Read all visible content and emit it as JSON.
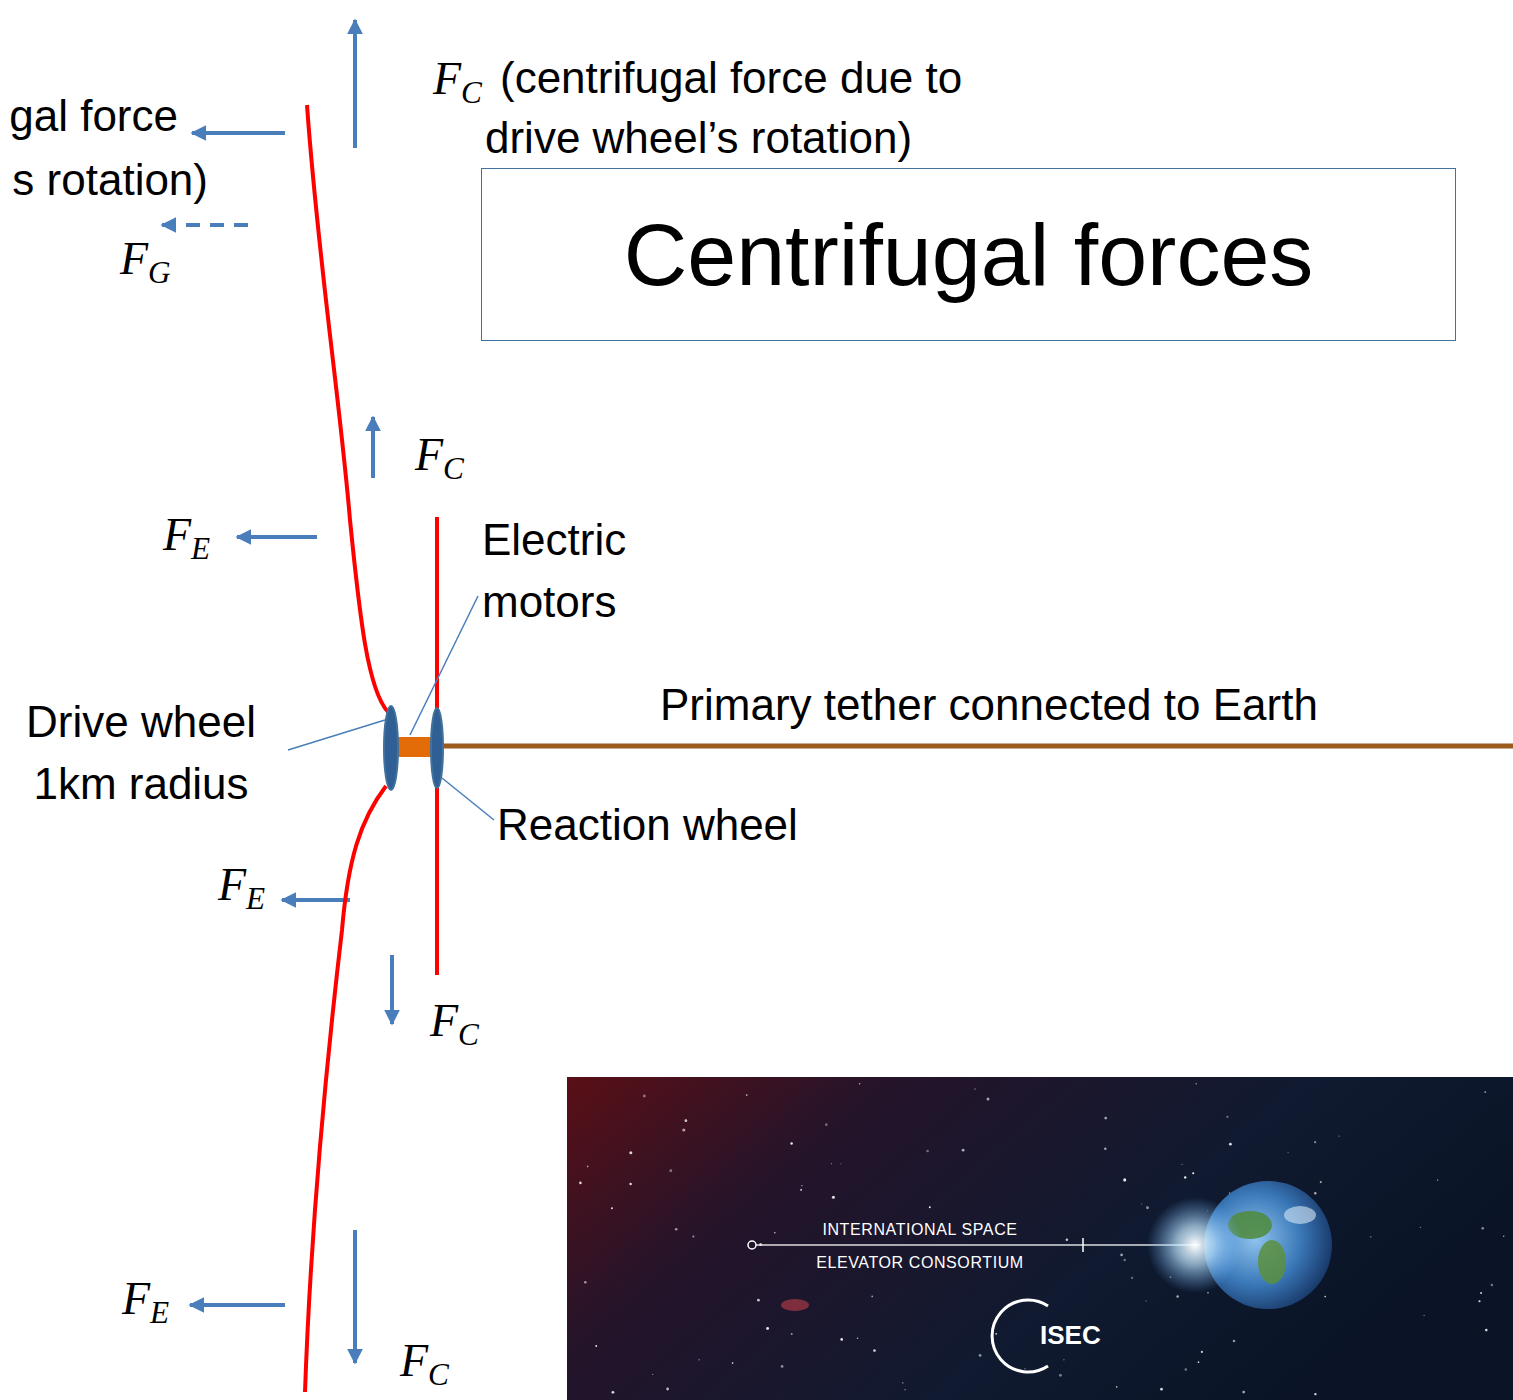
{
  "diagram": {
    "title": "Centrifugal forces",
    "labels": [
      "gal force",
      "s rotation)",
      "FC",
      "(centrifugal force due to drive wheel’s rotation)",
      "FG",
      "FC",
      "FE",
      "Electric motors",
      "Drive wheel 1km radius",
      "Primary tether connected to Earth",
      "Reaction wheel",
      "FE",
      "FC",
      "FE",
      "FC",
      "INTERNATIONAL SPACE ELEVATOR CONSORTIUM",
      "ISEC"
    ]
  }
}
